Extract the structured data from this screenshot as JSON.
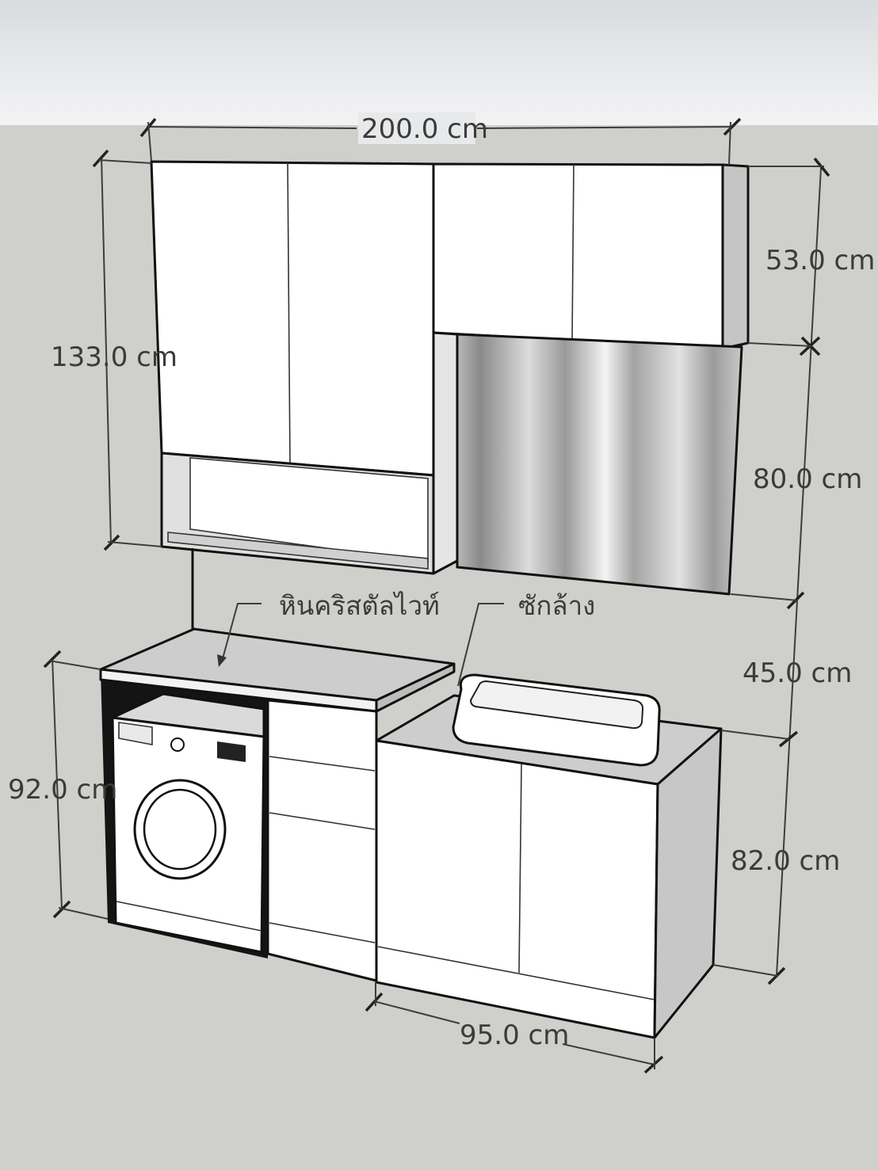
{
  "dimensions": {
    "total_width": "200.0 cm",
    "upper_height": "133.0 cm",
    "top_cabinet_height": "53.0 cm",
    "backsplash_height": "80.0 cm",
    "gap_height": "45.0 cm",
    "left_base_height": "92.0 cm",
    "right_base_height": "82.0 cm",
    "right_base_width": "95.0 cm"
  },
  "labels": {
    "countertop": "หินคริสตัลไวท์",
    "sink": "ซักล้าง"
  },
  "colors": {
    "sky": "#e6e7e8",
    "floor": "#cfd0cb",
    "cabinet_front": "#ffffff",
    "cabinet_side": "#c3c4c3",
    "countertop": "#cdcdcd",
    "edge": "#111111",
    "steel_dark": "#8f8f8f",
    "steel_light": "#f2f2f2"
  }
}
